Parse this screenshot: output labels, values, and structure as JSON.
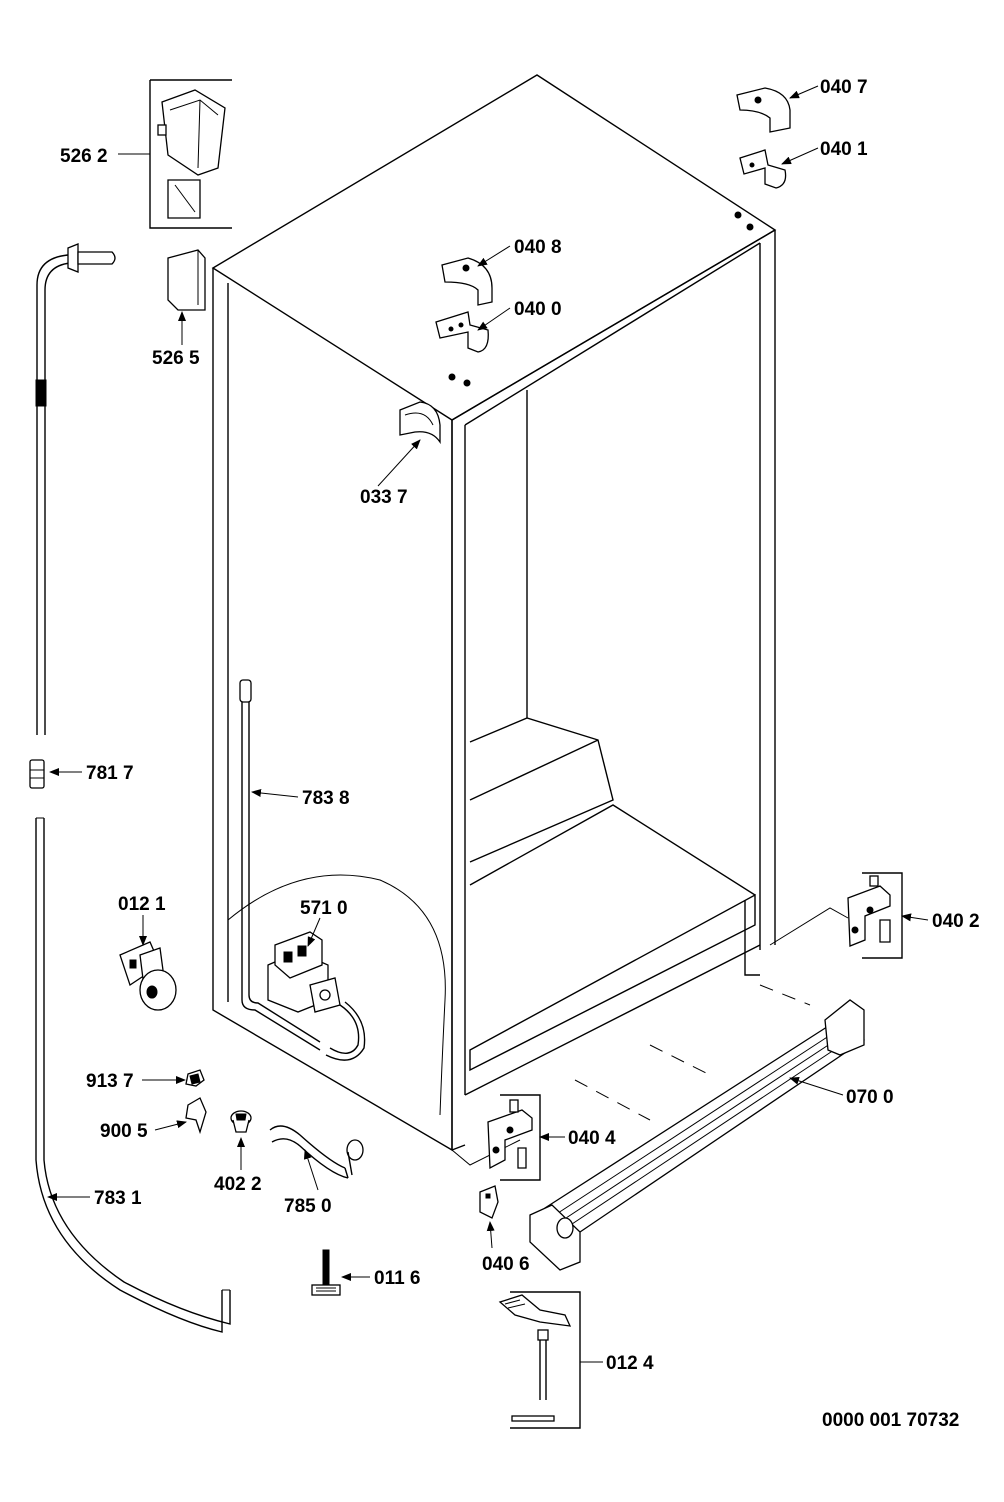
{
  "diagram": {
    "document_id": "0000 001 70732",
    "parts": [
      {
        "key": "p5262",
        "label": "526 2"
      },
      {
        "key": "p5265",
        "label": "526 5"
      },
      {
        "key": "p0407",
        "label": "040 7"
      },
      {
        "key": "p0401",
        "label": "040 1"
      },
      {
        "key": "p0408",
        "label": "040 8"
      },
      {
        "key": "p0400",
        "label": "040 0"
      },
      {
        "key": "p0337",
        "label": "033 7"
      },
      {
        "key": "p7817",
        "label": "781 7"
      },
      {
        "key": "p7838",
        "label": "783 8"
      },
      {
        "key": "p0121",
        "label": "012 1"
      },
      {
        "key": "p5710",
        "label": "571 0"
      },
      {
        "key": "p0402",
        "label": "040 2"
      },
      {
        "key": "p9137",
        "label": "913 7"
      },
      {
        "key": "p9005",
        "label": "900 5"
      },
      {
        "key": "p4022",
        "label": "402 2"
      },
      {
        "key": "p7850",
        "label": "785 0"
      },
      {
        "key": "p0404",
        "label": "040 4"
      },
      {
        "key": "p0700",
        "label": "070 0"
      },
      {
        "key": "p7831",
        "label": "783 1"
      },
      {
        "key": "p0406",
        "label": "040 6"
      },
      {
        "key": "p0116",
        "label": "011 6"
      },
      {
        "key": "p0124",
        "label": "012 4"
      }
    ]
  }
}
